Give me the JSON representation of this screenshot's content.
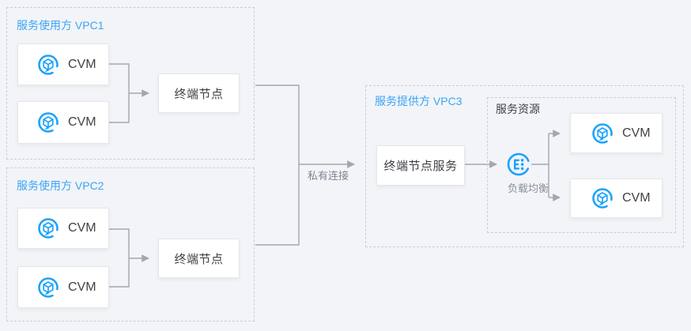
{
  "colors": {
    "background": "#F2F4F8",
    "accent_blue": "#3BA4F6",
    "icon_blue": "#1AA3FC",
    "line_gray": "#A3A6AB",
    "text_dark": "#3E4247",
    "text_gray": "#8A919C",
    "dash_border": "#CBCDD2"
  },
  "consumer_vpc1": {
    "title": "服务使用方 VPC1",
    "cvm1": "CVM",
    "cvm2": "CVM",
    "endpoint": "终端节点"
  },
  "consumer_vpc2": {
    "title": "服务使用方 VPC2",
    "cvm1": "CVM",
    "cvm2": "CVM",
    "endpoint": "终端节点"
  },
  "private_link": {
    "label": "私有连接"
  },
  "provider_vpc3": {
    "title": "服务提供方 VPC3",
    "endpoint_service": "终端节点服务",
    "load_balancer": "负载均衡",
    "resource_group": {
      "title": "服务资源",
      "cvm1": "CVM",
      "cvm2": "CVM"
    }
  }
}
